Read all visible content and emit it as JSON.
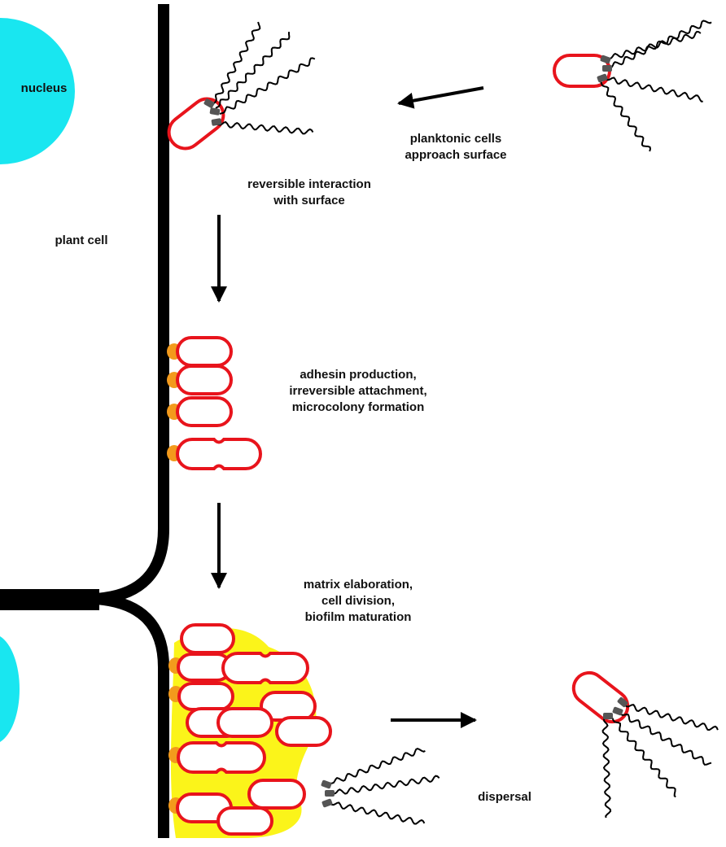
{
  "diagram": {
    "labels": {
      "nucleus": "nucleus",
      "plant_cell": "plant cell",
      "stage1": [
        "planktonic cells",
        "approach surface"
      ],
      "stage2": [
        "reversible interaction",
        "with surface"
      ],
      "stage3": [
        "adhesin production,",
        "irreversible attachment,",
        "microcolony formation"
      ],
      "stage4": [
        "matrix elaboration,",
        "cell division,",
        "biofilm maturation"
      ],
      "stage5": "dispersal"
    },
    "colors": {
      "cell_outline": "#e8141c",
      "cell_fill": "#ffffff",
      "nucleus": "#19e6f0",
      "matrix": "#fbf41a",
      "adhesin": "#f39a1c",
      "wall": "#000000",
      "flagellar_motor": "#555555",
      "text": "#111111"
    }
  }
}
